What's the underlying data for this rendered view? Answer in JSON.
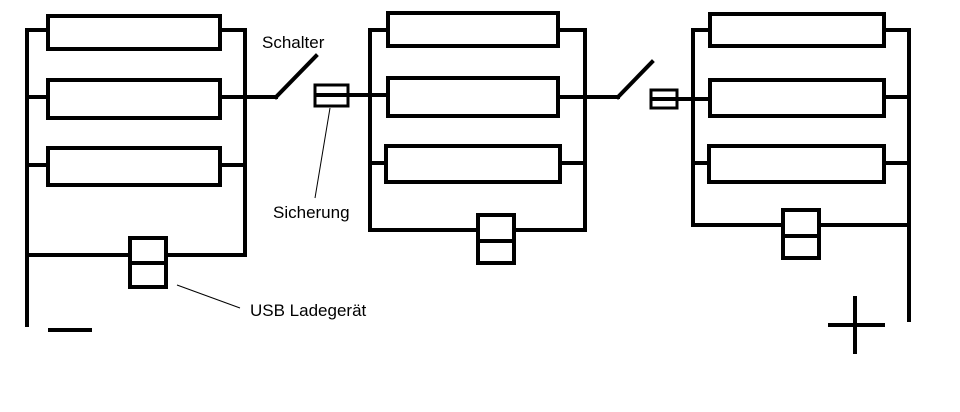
{
  "labels": {
    "switch": "Schalter",
    "fuse": "Sicherung",
    "usb_charger": "USB Ladegerät"
  },
  "polarity": {
    "negative": "−",
    "positive": "+"
  }
}
